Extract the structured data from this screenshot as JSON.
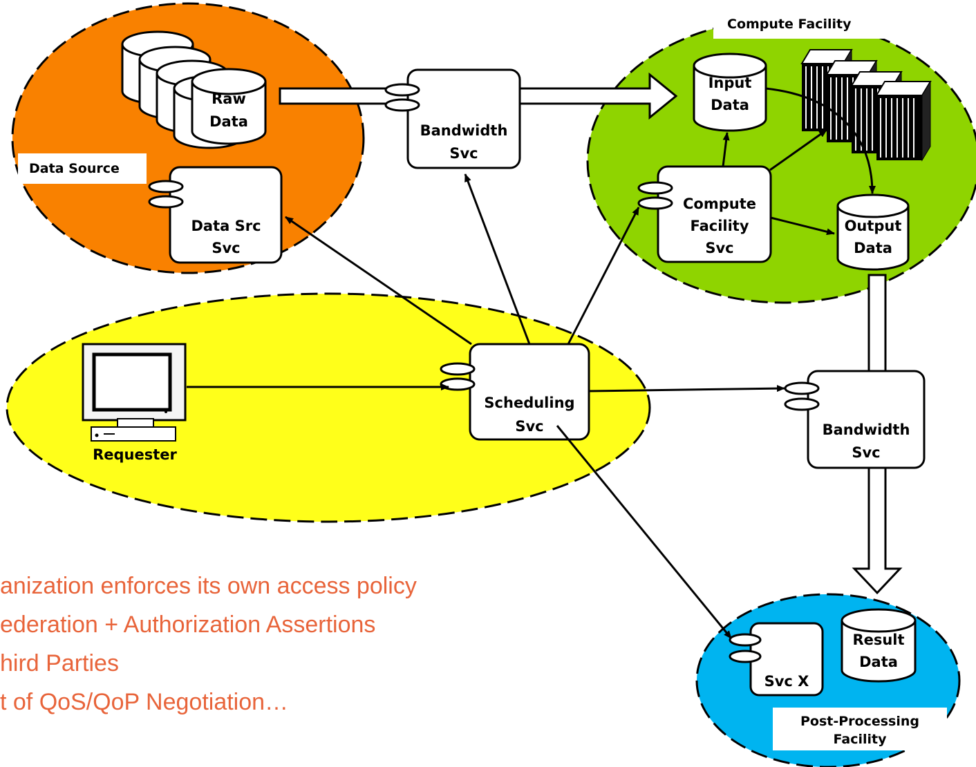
{
  "regions": {
    "data_source": "Data Source",
    "compute_facility": "Compute Facility",
    "post_processing": [
      "Post-Processing",
      "Facility"
    ]
  },
  "nodes": {
    "raw_data": [
      "Raw",
      "Data"
    ],
    "data_src_svc": [
      "Data Src",
      "Svc"
    ],
    "bandwidth_top": [
      "Bandwidth",
      "Svc"
    ],
    "input_data": [
      "Input",
      "Data"
    ],
    "compute_facility_svc": [
      "Compute",
      "Facility",
      "Svc"
    ],
    "output_data": [
      "Output",
      "Data"
    ],
    "scheduling_svc": [
      "Scheduling",
      "Svc"
    ],
    "bandwidth_right": [
      "Bandwidth",
      "Svc"
    ],
    "requester": "Requester",
    "result_data": [
      "Result",
      "Data"
    ],
    "svc_x": "Svc X"
  },
  "bullets": [
    "anization enforces its own access policy",
    "ederation + Authorization Assertions",
    "hird Parties",
    "t of QoS/QoP Negotiation…"
  ],
  "colors": {
    "data_source_fill": "#f98100",
    "compute_fill": "#8fd400",
    "requester_zone_fill": "#ffff1a",
    "post_processing_fill": "#00b4f0",
    "bullet_text": "#e8643a"
  }
}
